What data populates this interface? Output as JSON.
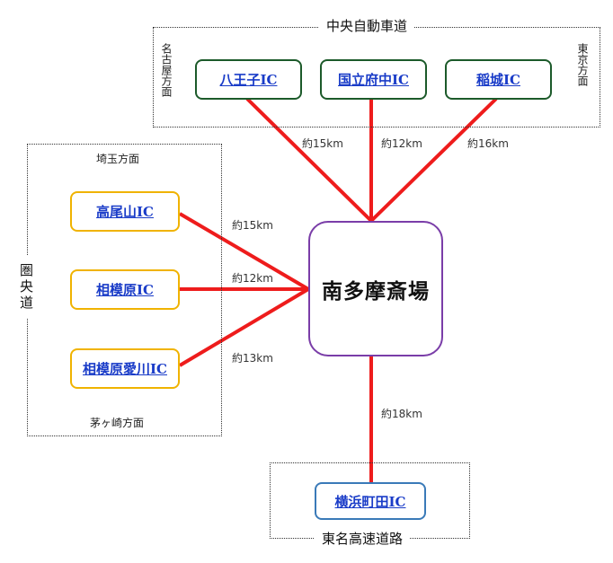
{
  "chuo": {
    "title": "中央自動車道",
    "left_direction": "名古屋方面",
    "right_direction": "東京方面",
    "ics": [
      "八王子IC",
      "国立府中IC",
      "稲城IC"
    ],
    "distances": [
      "約15km",
      "約12km",
      "約16km"
    ]
  },
  "ken_o": {
    "title": "圏央道",
    "top_direction": "埼玉方面",
    "bottom_direction": "茅ヶ崎方面",
    "ics": [
      "高尾山IC",
      "相模原IC",
      "相模原愛川IC"
    ],
    "distances": [
      "約15km",
      "約12km",
      "約13km"
    ]
  },
  "tomei": {
    "title": "東名高速道路",
    "ic": "横浜町田IC",
    "distance": "約18km"
  },
  "center": {
    "label": "南多摩斎場"
  },
  "colors": {
    "line": "#ee1c1c",
    "chuo_border": "#1c5a2a",
    "ken_o_border": "#f0b300",
    "tomei_border": "#3a7ab8",
    "center_border": "#7a3da8",
    "link": "#1a3cc8"
  }
}
